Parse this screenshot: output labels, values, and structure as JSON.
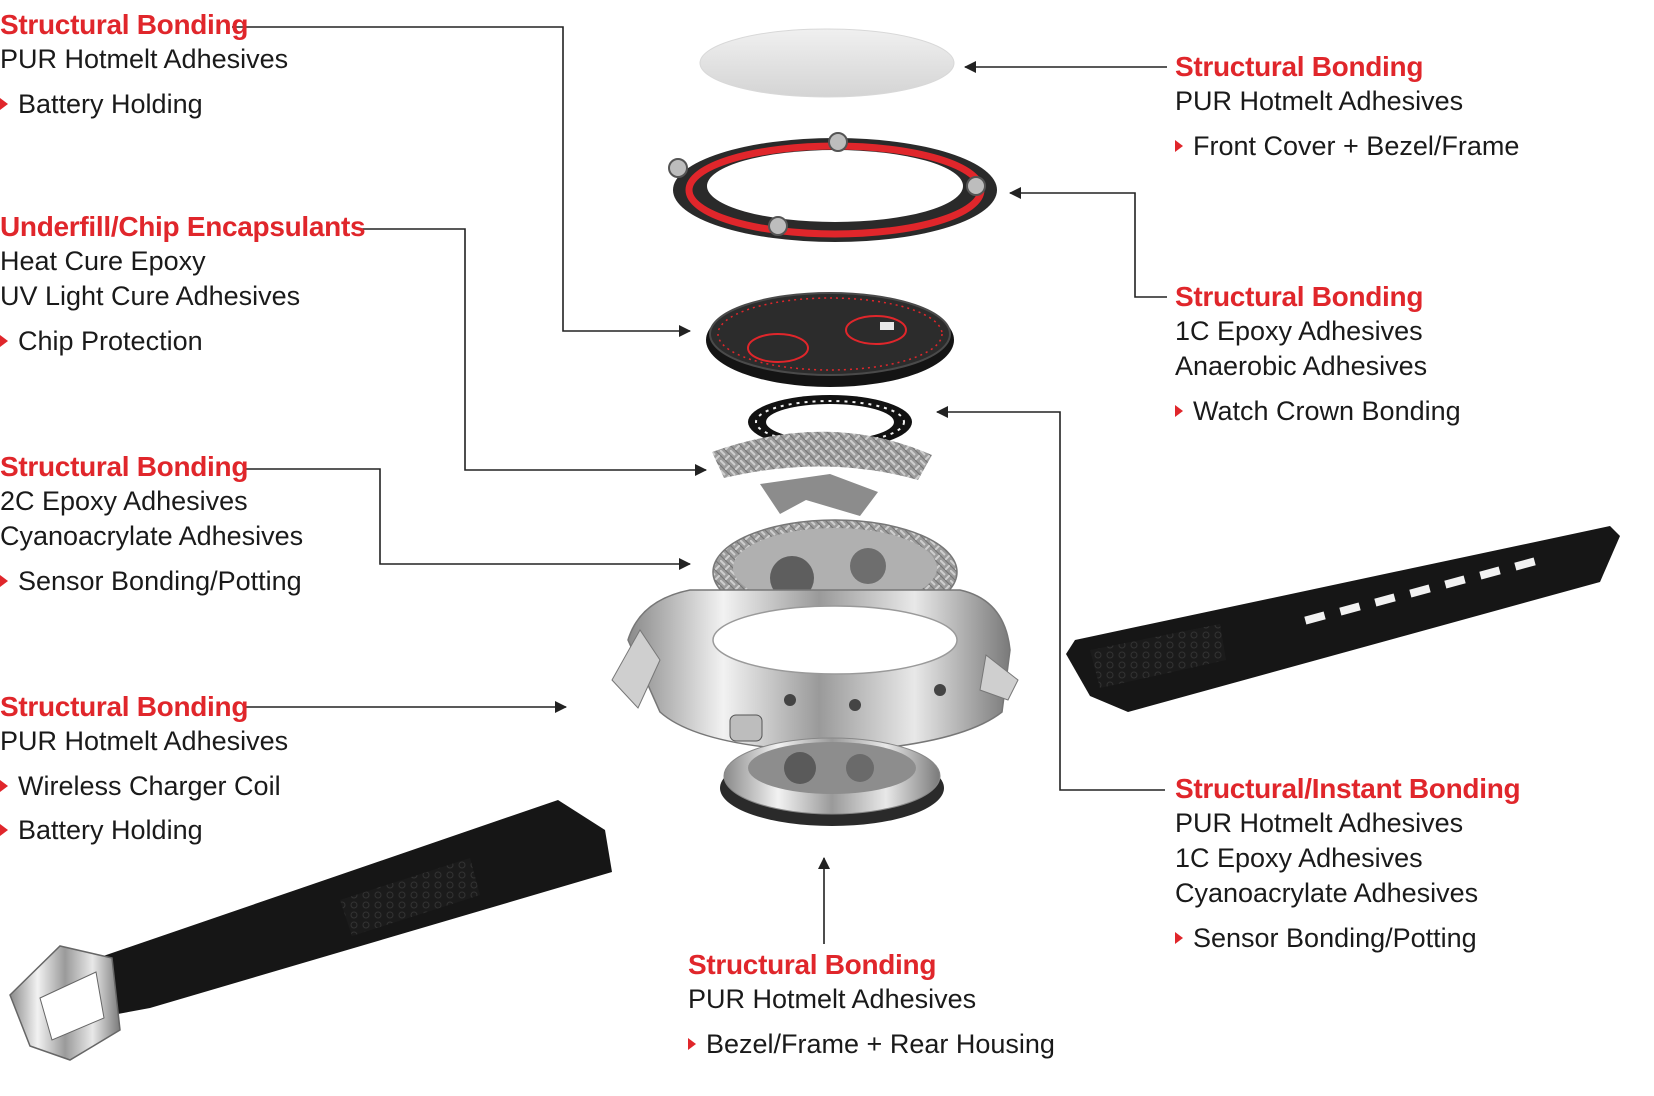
{
  "colors": {
    "accent": "#e0262b",
    "text": "#1a1a1a",
    "leader": "#222222"
  },
  "callouts": {
    "c1": {
      "title": "Structural Bonding",
      "lines": [
        "PUR Hotmelt Adhesives"
      ],
      "bullets": [
        "Battery Holding"
      ]
    },
    "c2": {
      "title": "Underfill/Chip Encapsulants",
      "lines": [
        "Heat Cure Epoxy",
        "UV Light Cure Adhesives"
      ],
      "bullets": [
        "Chip Protection"
      ]
    },
    "c3": {
      "title": "Structural Bonding",
      "lines": [
        "2C Epoxy Adhesives",
        "Cyanoacrylate Adhesives"
      ],
      "bullets": [
        "Sensor Bonding/Potting"
      ]
    },
    "c4": {
      "title": "Structural Bonding",
      "lines": [
        "PUR Hotmelt Adhesives"
      ],
      "bullets": [
        "Wireless Charger Coil",
        "Battery Holding"
      ]
    },
    "c5": {
      "title": "Structural Bonding",
      "lines": [
        "PUR Hotmelt Adhesives"
      ],
      "bullets": [
        "Front Cover + Bezel/Frame"
      ]
    },
    "c6": {
      "title": "Structural Bonding",
      "lines": [
        "1C Epoxy Adhesives",
        "Anaerobic Adhesives"
      ],
      "bullets": [
        "Watch Crown Bonding"
      ]
    },
    "c7": {
      "title": "Structural/Instant Bonding",
      "lines": [
        "PUR Hotmelt Adhesives",
        "1C Epoxy Adhesives",
        "Cyanoacrylate Adhesives"
      ],
      "bullets": [
        "Sensor Bonding/Potting"
      ]
    },
    "c8": {
      "title": "Structural Bonding",
      "lines": [
        "PUR Hotmelt Adhesives"
      ],
      "bullets": [
        "Bezel/Frame + Rear Housing"
      ]
    }
  }
}
